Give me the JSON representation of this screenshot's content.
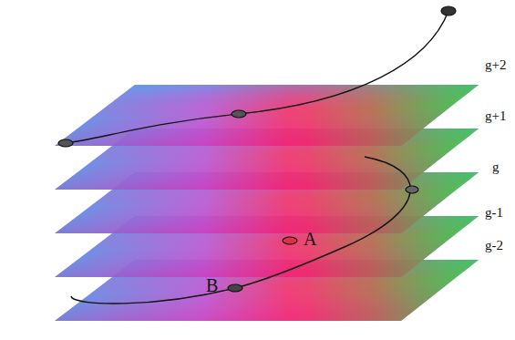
{
  "diagram": {
    "labels": [
      "g+2",
      "g+1",
      "g",
      "g-1",
      "g-2",
      "A",
      "B"
    ]
  }
}
